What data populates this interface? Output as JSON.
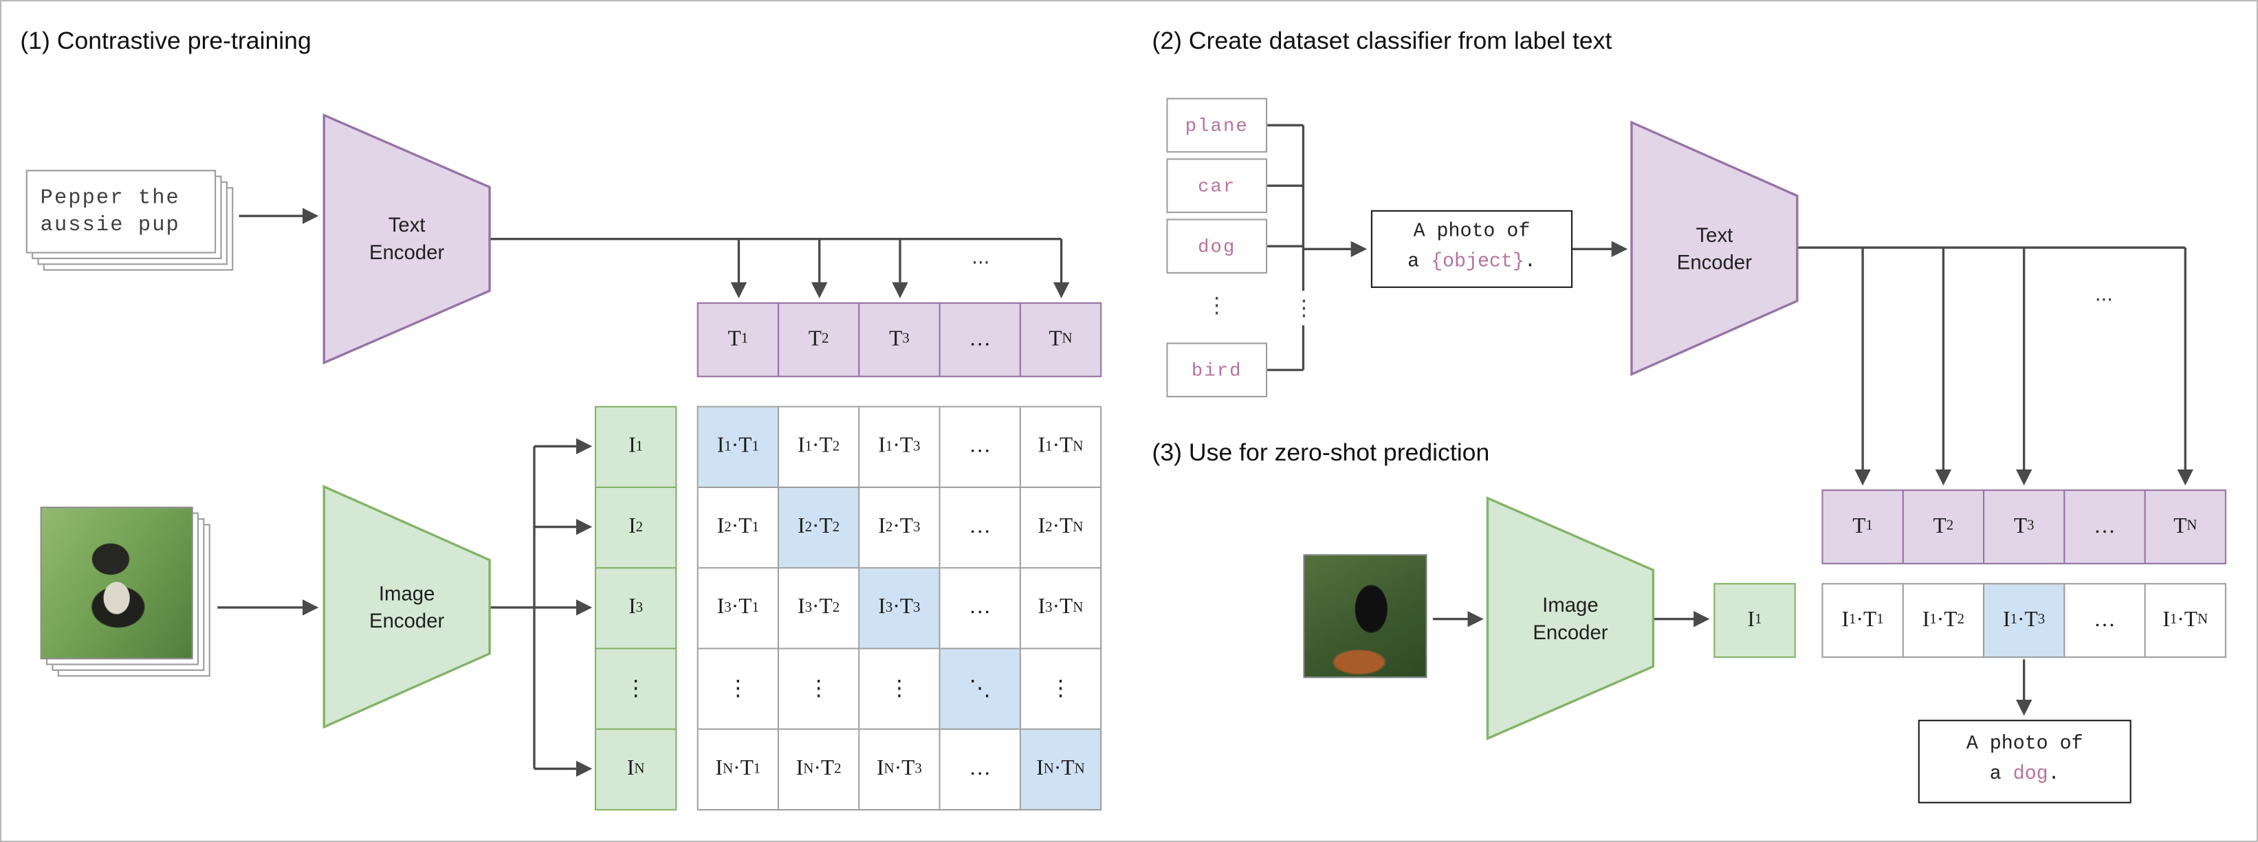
{
  "titles": {
    "s1": "(1) Contrastive pre-training",
    "s2": "(2) Create dataset classifier from label text",
    "s3": "(3) Use for zero-shot prediction"
  },
  "s1": {
    "text_input_line1": "Pepper the",
    "text_input_line2": "aussie pup",
    "text_encoder_line1": "Text",
    "text_encoder_line2": "Encoder",
    "image_encoder_line1": "Image",
    "image_encoder_line2": "Encoder",
    "bus_ellipsis": "...",
    "text_embeddings": [
      "T_1",
      "T_2",
      "T_3",
      "…",
      "T_N"
    ],
    "image_embeddings": [
      "I_1",
      "I_2",
      "I_3",
      "⋮",
      "I_N"
    ],
    "similarity_matrix": [
      [
        "I_1·T_1",
        "I_1·T_2",
        "I_1·T_3",
        "…",
        "I_1·T_N"
      ],
      [
        "I_2·T_1",
        "I_2·T_2",
        "I_2·T_3",
        "…",
        "I_2·T_N"
      ],
      [
        "I_3·T_1",
        "I_3·T_2",
        "I_3·T_3",
        "…",
        "I_3·T_N"
      ],
      [
        "⋮",
        "⋮",
        "⋮",
        "⋱",
        "⋮"
      ],
      [
        "I_N·T_1",
        "I_N·T_2",
        "I_N·T_3",
        "…",
        "I_N·T_N"
      ]
    ]
  },
  "s2": {
    "class_labels": [
      "plane",
      "car",
      "dog",
      "bird"
    ],
    "vdots": "⋮",
    "prompt_line1": "A photo of",
    "prompt_line2_prefix": "a ",
    "prompt_object": "{object}",
    "prompt_suffix": ".",
    "text_encoder_line1": "Text",
    "text_encoder_line2": "Encoder",
    "bus_ellipsis": "...",
    "text_embeddings": [
      "T_1",
      "T_2",
      "T_3",
      "…",
      "T_N"
    ]
  },
  "s3": {
    "image_encoder_line1": "Image",
    "image_encoder_line2": "Encoder",
    "image_embedding": "I_1",
    "similarity_row": [
      "I_1·T_1",
      "I_1·T_2",
      "I_1·T_3",
      "…",
      "I_1·T_N"
    ],
    "highlight_index": 2,
    "result_line1": "A photo of",
    "result_line2_prefix": "a ",
    "result_object": "dog",
    "result_suffix": "."
  },
  "colors": {
    "purple_fill": "#e1d5e7",
    "purple_border": "#9673a6",
    "green_fill": "#d5e8d4",
    "green_border": "#82b366",
    "highlight_blue": "#cfe2f3",
    "label_text": "#b5739d",
    "line": "#4a4a4a"
  }
}
